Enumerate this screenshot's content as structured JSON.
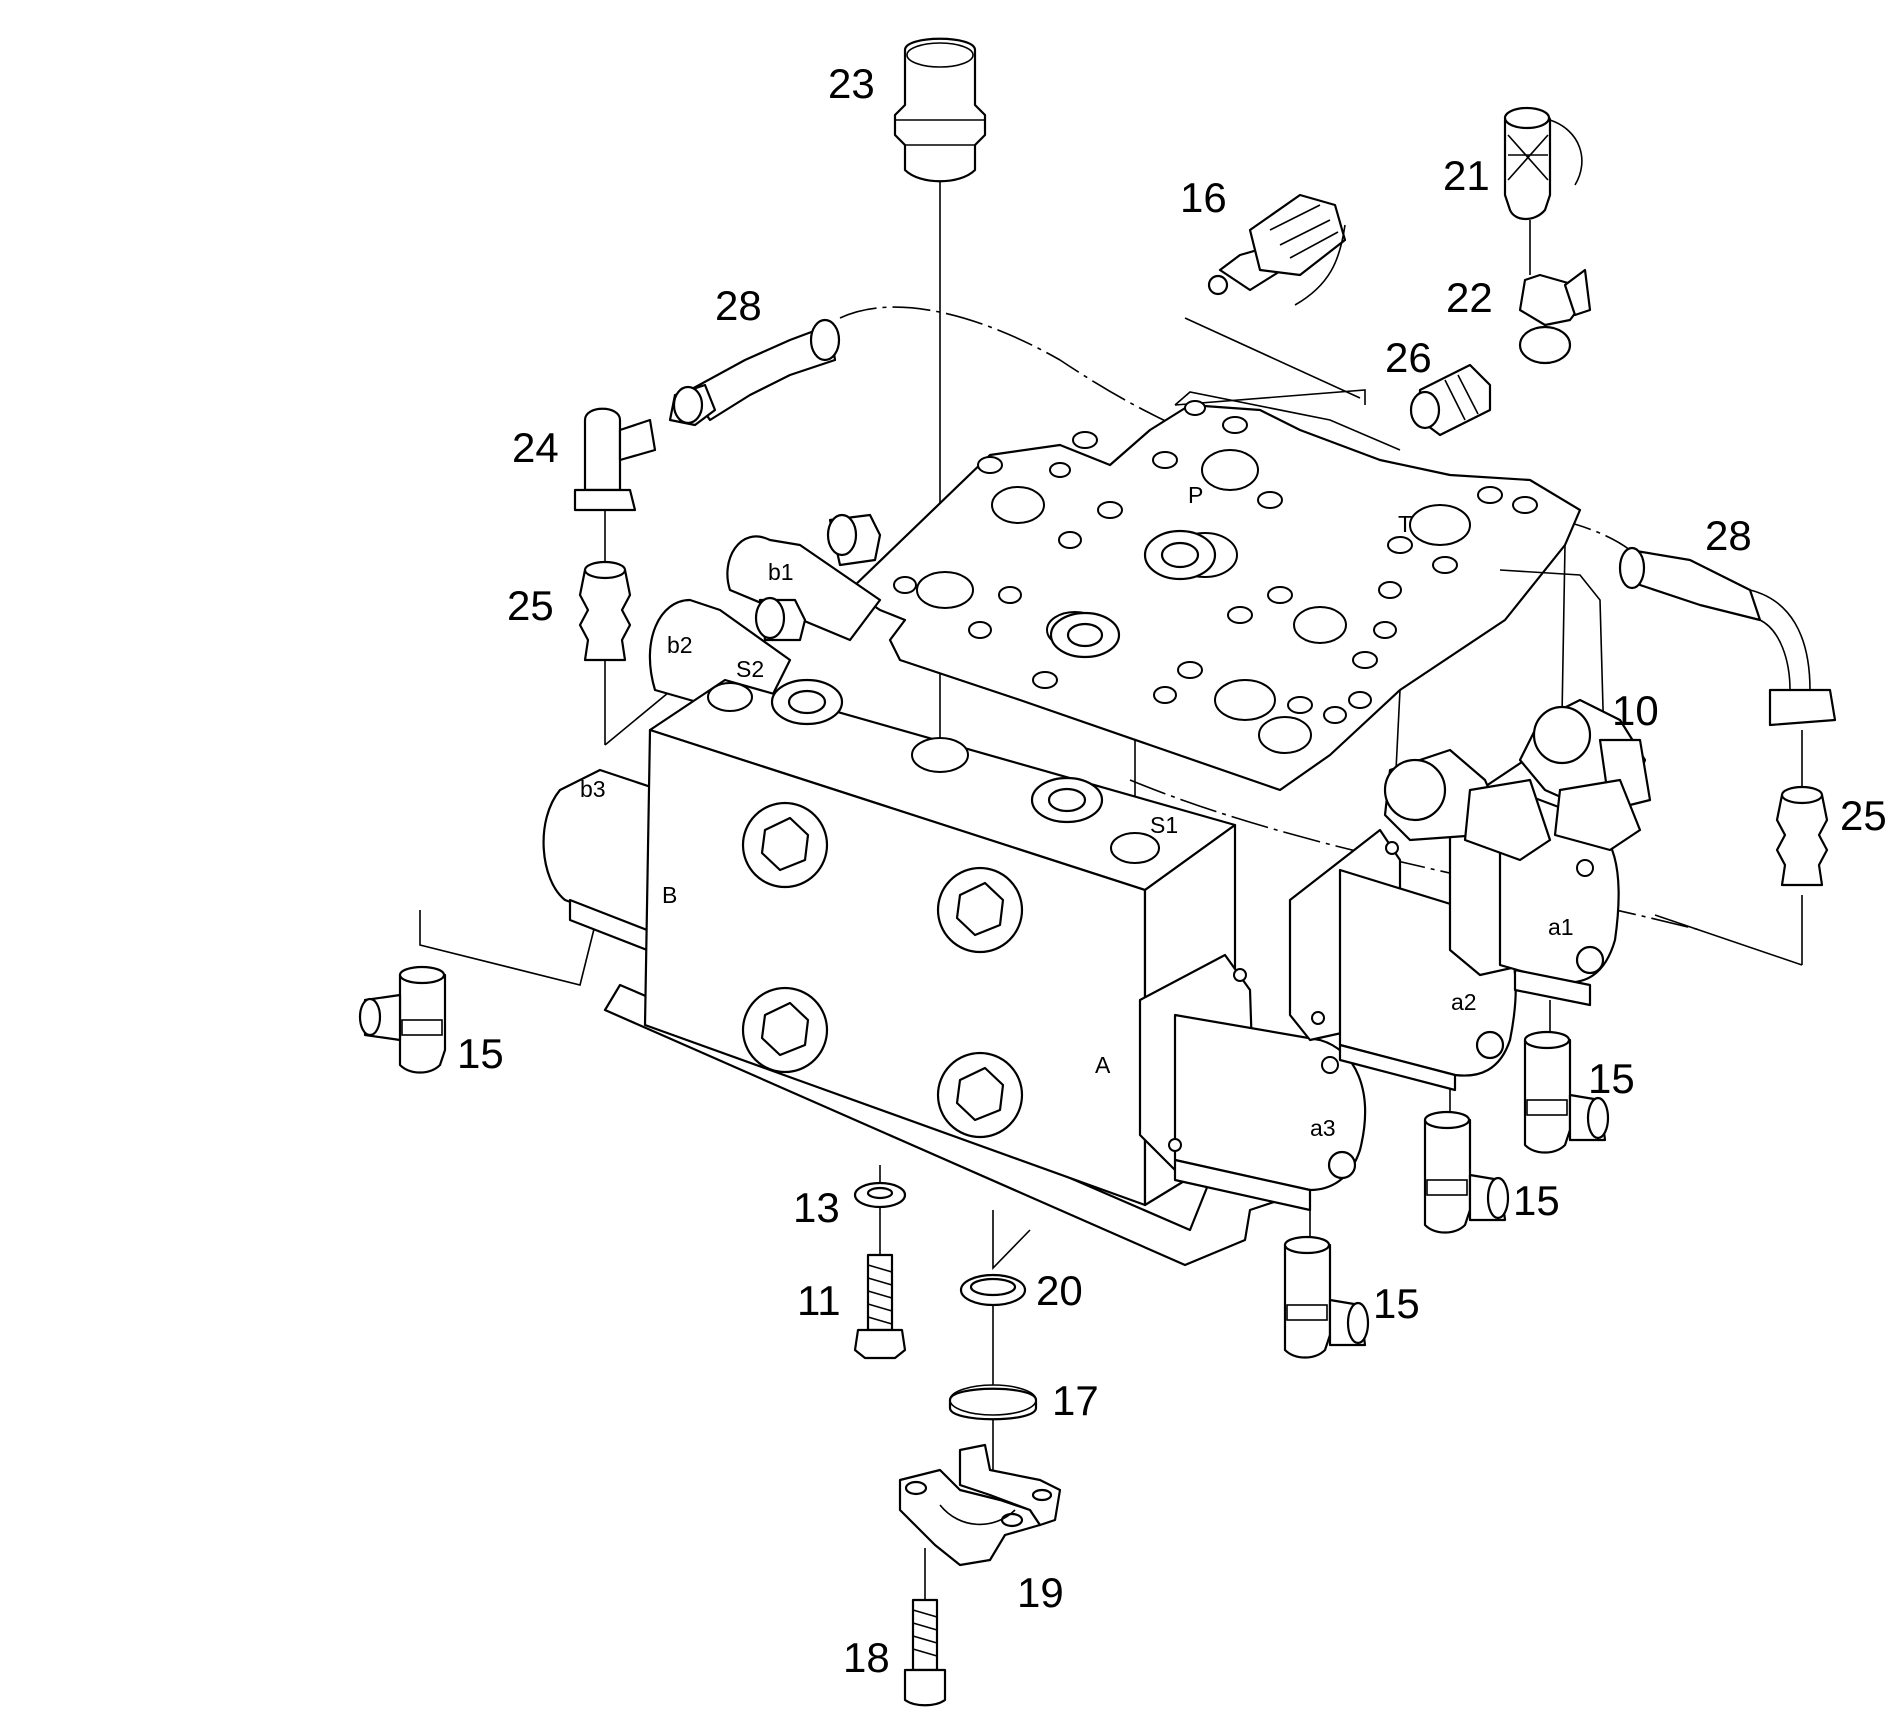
{
  "part_numbers": {
    "p10": "10",
    "p11": "11",
    "p13": "13",
    "p15a": "15",
    "p15b": "15",
    "p15c": "15",
    "p15d": "15",
    "p16": "16",
    "p17": "17",
    "p18": "18",
    "p19": "19",
    "p20": "20",
    "p21": "21",
    "p22": "22",
    "p23": "23",
    "p24": "24",
    "p25a": "25",
    "p25b": "25",
    "p26": "26",
    "p28a": "28",
    "p28b": "28"
  },
  "port_labels": {
    "P": "P",
    "T": "T",
    "S1": "S1",
    "S2": "S2",
    "A": "A",
    "B": "B",
    "a1": "a1",
    "a2": "a2",
    "a3": "a3",
    "b1": "b1",
    "b2": "b2",
    "b3": "b3"
  },
  "colors": {
    "line": "#000000",
    "background": "#ffffff"
  }
}
